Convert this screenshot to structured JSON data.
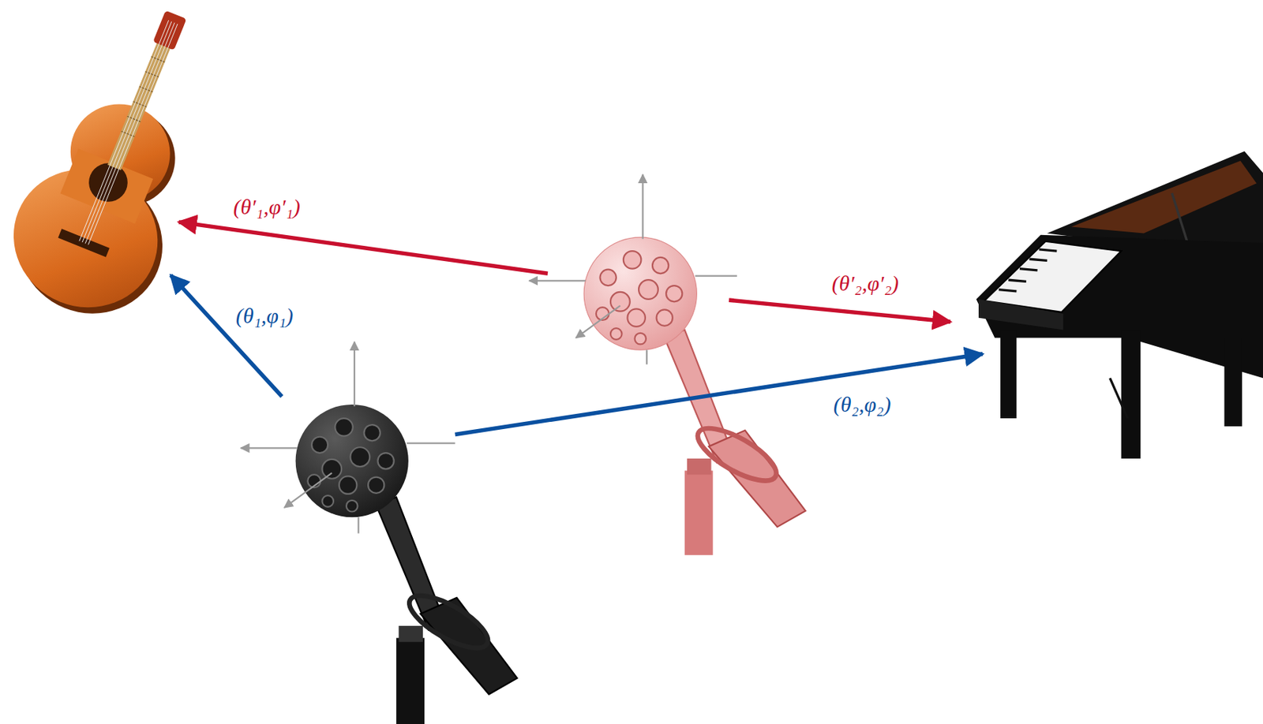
{
  "diagram": {
    "labels": [
      "(θ′₁,φ′₁)",
      "(θ₁,φ₁)",
      "(θ′₂,φ′₂)",
      "(θ₂,φ₂)"
    ]
  }
}
